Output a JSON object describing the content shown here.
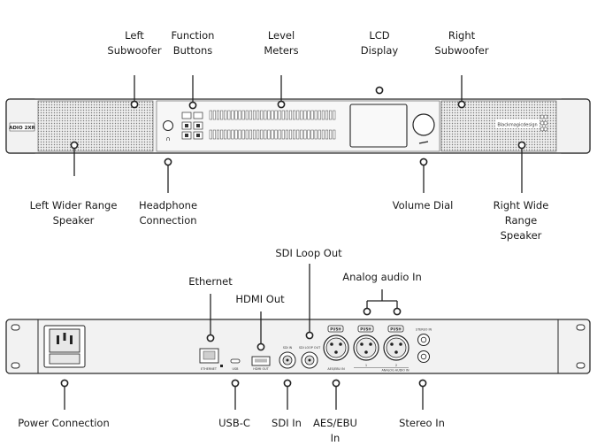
{
  "front_callouts": {
    "left_subwoofer": "Left\nSubwoofer",
    "function_buttons": "Function\nButtons",
    "level_meters": "Level\nMeters",
    "lcd_display": "LCD\nDisplay",
    "right_subwoofer": "Right\nSubwoofer",
    "left_wider_range_speaker": "Left Wider Range\nSpeaker",
    "headphone_connection": "Headphone\nConnection",
    "volume_dial": "Volume Dial",
    "right_wide_range_speaker": "Right Wide Range\nSpeaker"
  },
  "rear_callouts": {
    "sdi_loop_out": "SDI Loop Out",
    "ethernet": "Ethernet",
    "hdmi_out": "HDMI Out",
    "analog_audio_in": "Analog audio In",
    "power_connection": "Power Connection",
    "usb_c": "USB-C",
    "sdi_in": "SDI In",
    "aes_ebu_in": "AES/EBU\nIn",
    "stereo_in": "Stereo In"
  },
  "device": {
    "model_badge": "ADIO 2XR",
    "brand": "Blackmagicdesign"
  },
  "rear_panel_text": {
    "ethernet": "ETHERNET",
    "usb": "USB",
    "hdmi_out": "HDMI OUT",
    "sdi_in": "SDI IN",
    "sdi_loop_out": "SDI LOOP OUT",
    "aes_ebu_in": "AES/EBU IN",
    "analog_audio_in": "ANALOG AUDIO IN",
    "stereo_in": "STEREO IN",
    "push": "PUSH",
    "ch1": "1",
    "ch2": "2"
  }
}
